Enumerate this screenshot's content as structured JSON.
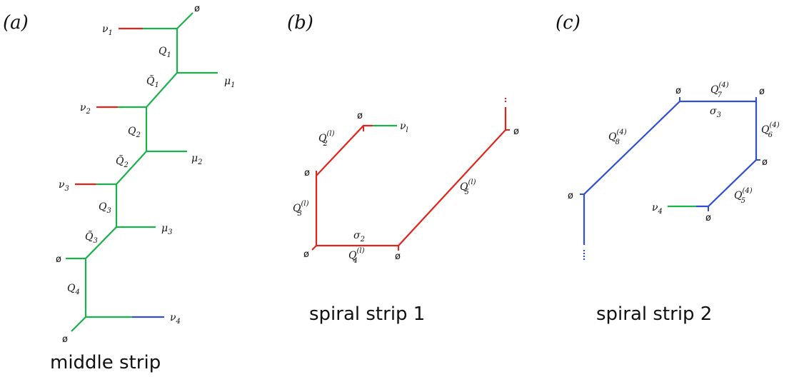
{
  "colors": {
    "green": "#1ab04a",
    "red": "#e2231a",
    "blue": "#2f4fd0"
  },
  "empty_symbol": "ø",
  "panels": {
    "a": {
      "label": "(a)",
      "caption": "middle strip",
      "nu": [
        "ν",
        "1",
        "2",
        "3",
        "4"
      ],
      "mu": [
        "μ",
        "1",
        "2",
        "3"
      ],
      "Q": [
        "Q",
        "1",
        "2",
        "3",
        "4"
      ],
      "Qt": [
        "Q̃",
        "1",
        "2",
        "3"
      ]
    },
    "b": {
      "label": "(b)",
      "caption": "spiral strip 1",
      "nu_l": {
        "sym": "ν",
        "sub": "l"
      },
      "sigma2": {
        "sym": "σ",
        "sub": "2"
      },
      "Q2": {
        "sym": "Q",
        "sub": "2",
        "sup": "(l)"
      },
      "Q3": {
        "sym": "Q",
        "sub": "3",
        "sup": "(l)"
      },
      "Q4": {
        "sym": "Q",
        "sub": "4",
        "sup": "(l)"
      },
      "Q5": {
        "sym": "Q",
        "sub": "5",
        "sup": "(l)"
      }
    },
    "c": {
      "label": "(c)",
      "caption": "spiral strip 2",
      "nu4": {
        "sym": "ν",
        "sub": "4"
      },
      "sigma3": {
        "sym": "σ",
        "sub": "3"
      },
      "Q5": {
        "sym": "Q",
        "sub": "5",
        "sup": "(4)"
      },
      "Q6": {
        "sym": "Q",
        "sub": "6",
        "sup": "(4)"
      },
      "Q7": {
        "sym": "Q",
        "sub": "7",
        "sup": "(4)"
      },
      "Q8": {
        "sym": "Q",
        "sub": "8",
        "sup": "(4)"
      }
    }
  }
}
